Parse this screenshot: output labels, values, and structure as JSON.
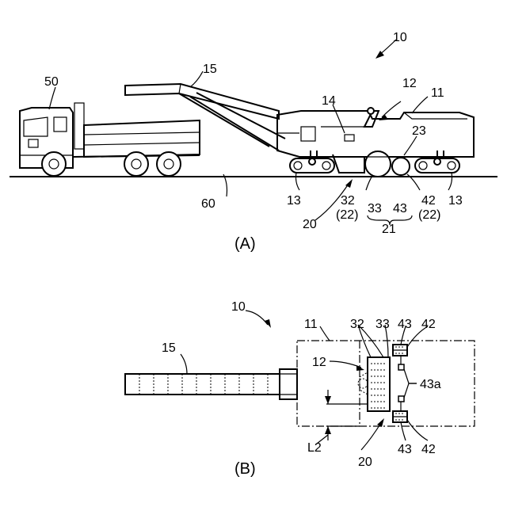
{
  "figure_a": {
    "caption": "(A)",
    "ref_10": "10",
    "ref_11": "11",
    "ref_12": "12",
    "ref_13_left": "13",
    "ref_13_right": "13",
    "ref_14": "14",
    "ref_15": "15",
    "ref_20": "20",
    "ref_21": "21",
    "ref_23": "23",
    "ref_32": "32",
    "ref_22_left": "(22)",
    "ref_33": "33",
    "ref_43": "43",
    "ref_42": "42",
    "ref_22_right": "(22)",
    "ref_50": "50",
    "ref_60": "60"
  },
  "figure_b": {
    "caption": "(B)",
    "ref_10": "10",
    "ref_11": "11",
    "ref_12": "12",
    "ref_15": "15",
    "ref_20": "20",
    "ref_32": "32",
    "ref_33": "33",
    "ref_43_top": "43",
    "ref_42_top": "42",
    "ref_43a": "43a",
    "ref_43_bottom": "43",
    "ref_42_bottom": "42",
    "ref_L2": "L2"
  }
}
